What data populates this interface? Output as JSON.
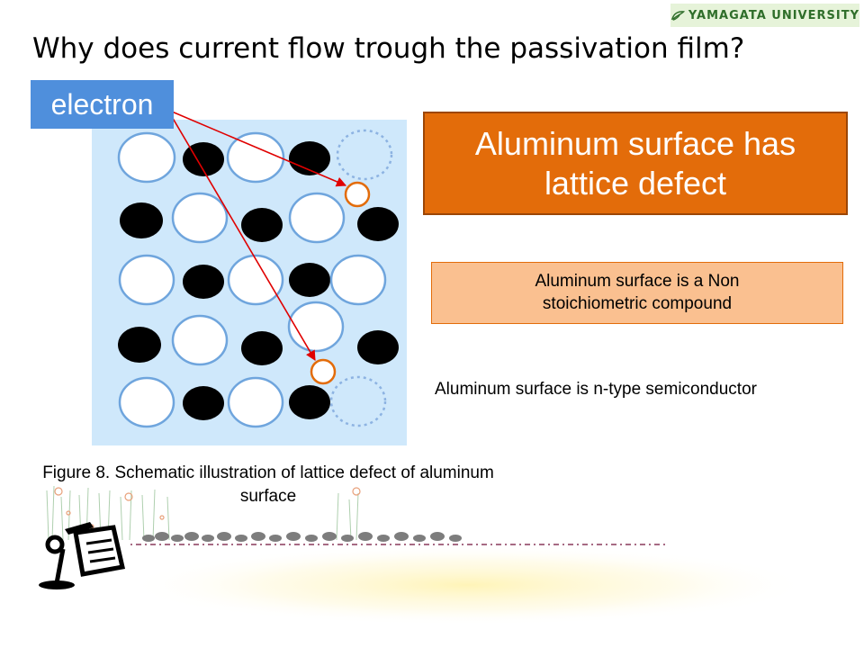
{
  "header": {
    "logo_text": "YAMAGATA UNIVERSITY",
    "title": "Why does current flow trough the passivation film?"
  },
  "diagram": {
    "electron_label": "electron"
  },
  "callouts": {
    "main": "Aluminum surface has lattice defect",
    "secondary": "Aluminum surface is a Non stoichiometric compound",
    "conclusion": "Aluminum surface is n-type semiconductor"
  },
  "figure": {
    "caption": "Figure 8. Schematic illustration of lattice defect  of aluminum surface"
  },
  "colors": {
    "electron_box": "#4f8fdc",
    "lattice_background": "#cfe8fb",
    "orange_box": "#e36c0a",
    "peach_box": "#fac090",
    "arrow": "#e00000",
    "vacancy_dotted": "#8db3e2"
  },
  "icons": [
    "yamagata-leaf-icon",
    "note-reader-icon"
  ]
}
